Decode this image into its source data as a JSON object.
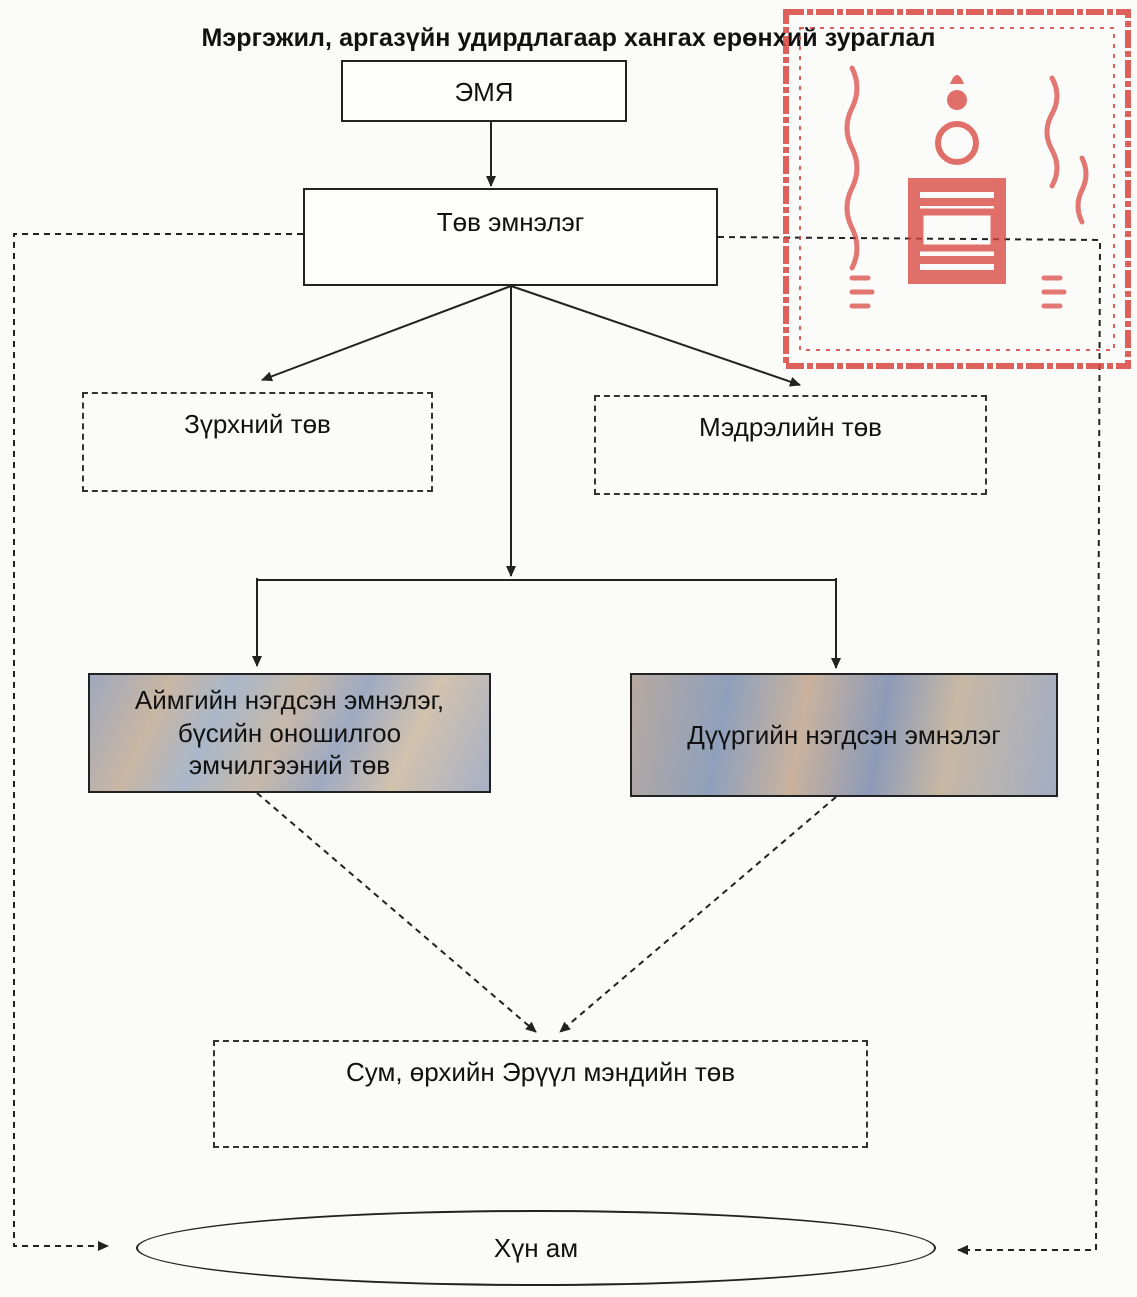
{
  "title": "Мэргэжил, аргазүйн удирдлагаар хангах ерөнхий зураглал",
  "nodes": {
    "emya": "ЭМЯ",
    "central_hospital": "Төв эмнэлэг",
    "heart_center": "Зүрхний төв",
    "neuro_center": "Мэдрэлийн төв",
    "aimag_hospital": "Аймгийн нэгдсэн эмнэлэг, бүсийн оношилгоо эмчилгээний төв",
    "district_hospital": "Дүүргийн нэгдсэн эмнэлэг",
    "soum_center": "Сум, өрхийн Эрүүл мэндийн төв",
    "population": "Хүн ам"
  },
  "colors": {
    "line": "#222222",
    "seal": "#d9453f"
  }
}
